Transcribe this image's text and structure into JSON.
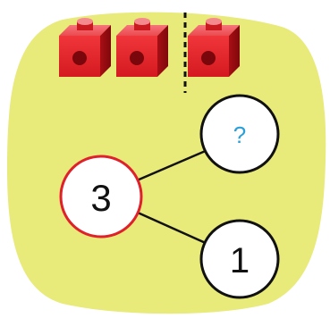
{
  "diagram": {
    "whole": "3",
    "parts": [
      "?",
      "1"
    ],
    "cubes": {
      "count": 3,
      "separator_after": 2,
      "color": "#e8262c"
    },
    "colors": {
      "background_blob": "#e8ea7a",
      "whole_circle_stroke": "#e0202a",
      "part_circle_stroke": "#111111",
      "unknown_text": "#2a9fd8",
      "known_text": "#111111",
      "line": "#111111"
    }
  }
}
